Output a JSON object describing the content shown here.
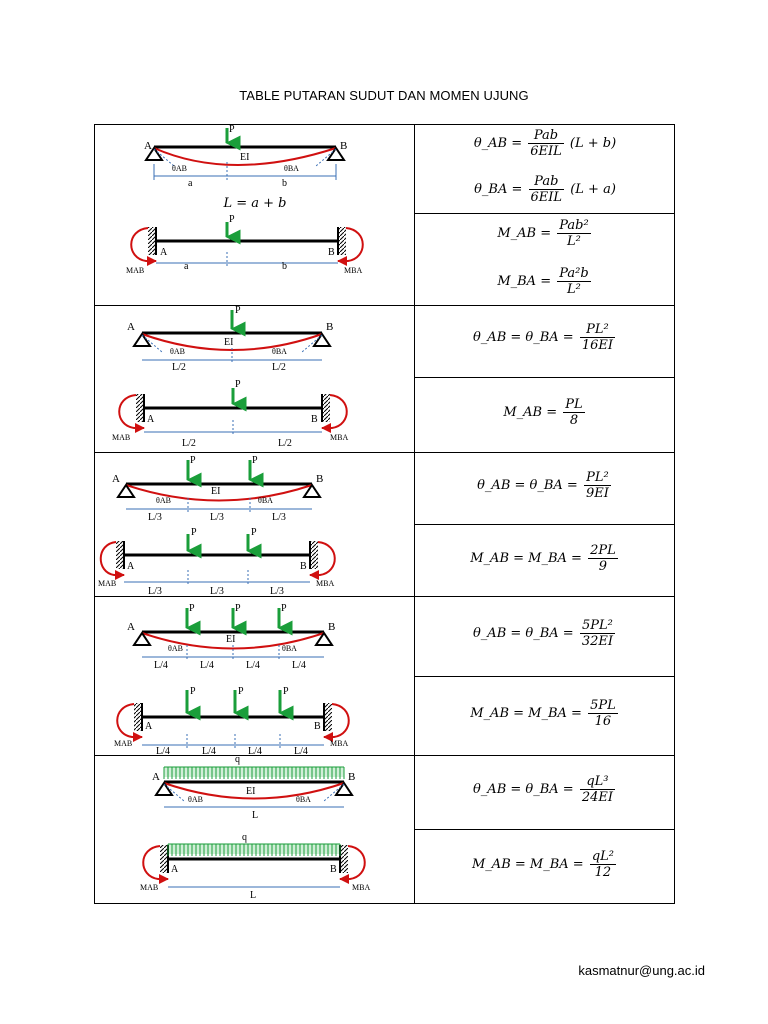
{
  "title": "TABLE PUTARAN SUDUT DAN MOMEN UJUNG",
  "footer": "kasmatnur@ung.ac.id",
  "case1": {
    "eq_len": "L = a + b",
    "t1": {
      "lhs": "θ_AB =",
      "num": "Pab",
      "den": "6EIL",
      "rhs": "(L + b)"
    },
    "t2": {
      "lhs": "θ_BA =",
      "num": "Pab",
      "den": "6EIL",
      "rhs": "(L + a)"
    },
    "m1": {
      "lhs": "M_AB =",
      "num": "Pab²",
      "den": "L²"
    },
    "m2": {
      "lhs": "M_BA =",
      "num": "Pa²b",
      "den": "L²"
    }
  },
  "case2": {
    "t": {
      "lhs": "θ_AB = θ_BA =",
      "num": "PL²",
      "den": "16EI"
    },
    "m": {
      "lhs": "M_AB =",
      "num": "PL",
      "den": "8"
    }
  },
  "case3": {
    "t": {
      "lhs": "θ_AB = θ_BA =",
      "num": "PL²",
      "den": "9EI"
    },
    "m": {
      "lhs": "M_AB = M_BA =",
      "num": "2PL",
      "den": "9"
    }
  },
  "case4": {
    "t": {
      "lhs": "θ_AB = θ_BA =",
      "num": "5PL²",
      "den": "32EI"
    },
    "m": {
      "lhs": "M_AB = M_BA =",
      "num": "5PL",
      "den": "16"
    }
  },
  "case5": {
    "t": {
      "lhs": "θ_AB = θ_BA =",
      "num": "qL³",
      "den": "24EI"
    },
    "m": {
      "lhs": "M_AB = M_BA =",
      "num": "qL²",
      "den": "12"
    }
  },
  "labels": {
    "A": "A",
    "B": "B",
    "P": "P",
    "EI": "EI",
    "q": "q",
    "a": "a",
    "b": "b",
    "L": "L",
    "L2": "L/2",
    "L3": "L/3",
    "L4": "L/4",
    "thetaAB": "θAB",
    "thetaBA": "θBA",
    "MAB": "MAB",
    "MBA": "MBA"
  }
}
